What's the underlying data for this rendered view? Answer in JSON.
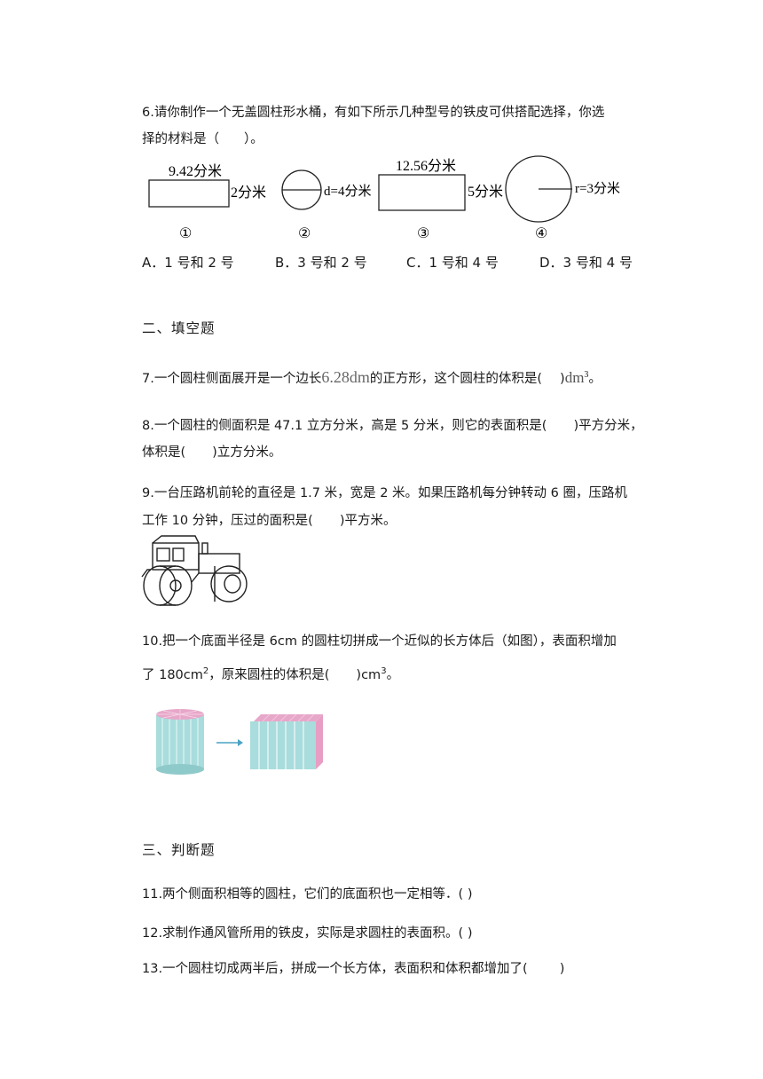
{
  "q6": {
    "line1": "6.请你制作一个无盖圆柱形水桶，有如下所示几种型号的铁皮可供搭配选择，你选",
    "line2_a": "择的材料是（",
    "line2_b": "）。",
    "fig1_top": "9.42分米",
    "fig1_side": "2分米",
    "fig2_label": "d=4分米",
    "fig3_top": "12.56分米",
    "fig3_side": "5分米",
    "fig4_label": "r=3分米",
    "num1": "①",
    "num2": "②",
    "num3": "③",
    "num4": "④",
    "optA": "A．1 号和 2 号",
    "optB": "B．3 号和 2 号",
    "optC": "C．1 号和 4 号",
    "optD": "D．3 号和 4 号"
  },
  "section2": "二、填空题",
  "q7": {
    "a": "7.一个圆柱侧面展开是一个边长",
    "val": "6.28dm",
    "b": "的正方形，这个圆柱的体积是(",
    "c": ")",
    "unit": "dm",
    "sup": "3",
    "end": "。"
  },
  "q8": {
    "line1_a": "8.一个圆柱的侧面积是 47.1 立方分米，高是 5 分米，则它的表面积是(",
    "line1_b": ")平方分米，",
    "line2_a": "体积是(",
    "line2_b": ")立方分米。"
  },
  "q9": {
    "line1": "9.一台压路机前轮的直径是 1.7 米，宽是 2 米。如果压路机每分钟转动 6 圈，压路机",
    "line2_a": "工作 10 分钟，压过的面积是(",
    "line2_b": ")平方米。"
  },
  "q10": {
    "line1": "10.把一个底面半径是 6cm 的圆柱切拼成一个近似的长方体后（如图），表面积增加",
    "line2_a": "了 180cm",
    "line2_sup1": "2",
    "line2_b": "，原来圆柱的体积是(",
    "line2_c": ")cm",
    "line2_sup2": "3",
    "line2_d": "。"
  },
  "section3": "三、判断题",
  "q11": "11.两个侧面积相等的圆柱，它们的底面积也一定相等．( )",
  "q12": "12.求制作通风管所用的铁皮，实际是求圆柱的表面积。( )",
  "q13": {
    "a": "13.一个圆柱切成两半后，拼成一个长方体，表面积和体积都增加了(",
    "b": ")"
  }
}
